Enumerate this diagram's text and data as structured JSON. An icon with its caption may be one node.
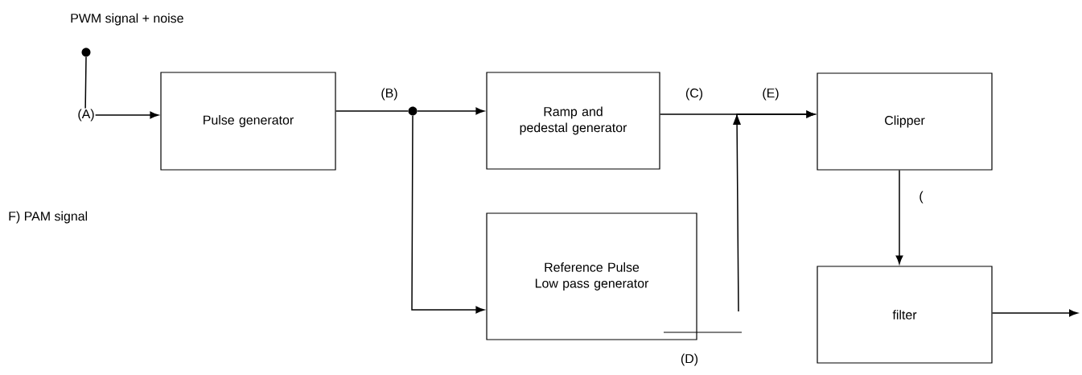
{
  "diagram": {
    "nodes": [
      {
        "text": [],
        "shape": "circle"
      },
      {
        "text": [
          "Pulse generator"
        ]
      },
      {
        "text": [],
        "shape": "circle"
      },
      {
        "text": [
          "Ramp and pedestal generator"
        ]
      },
      {
        "text": [
          "Reference Pulse Low pass generator"
        ]
      },
      {
        "text": [
          "Clipper"
        ]
      },
      {
        "text": [
          "filter"
        ]
      }
    ],
    "edges": [
      {
        "from": 0,
        "to": 1,
        "arrow": "to",
        "label": "(A)"
      },
      {
        "from": 1,
        "to": 2,
        "arrow": "none",
        "label": "(B)"
      },
      {
        "from": 2,
        "to": 3,
        "arrow": "to"
      },
      {
        "from": 2,
        "to": 4,
        "arrow": "to"
      },
      {
        "from": 3,
        "to": 5,
        "arrow": "to",
        "label": "(C)"
      },
      {
        "from": null,
        "to": 5,
        "arrow": "to"
      },
      {
        "from": 5,
        "to": 6,
        "arrow": "to",
        "label": "("
      },
      {
        "from": 6,
        "to": null,
        "arrow": "to"
      }
    ],
    "labels": [
      "PWM signal + noise",
      "(E)",
      "F) PAM signal",
      "(D)"
    ]
  }
}
